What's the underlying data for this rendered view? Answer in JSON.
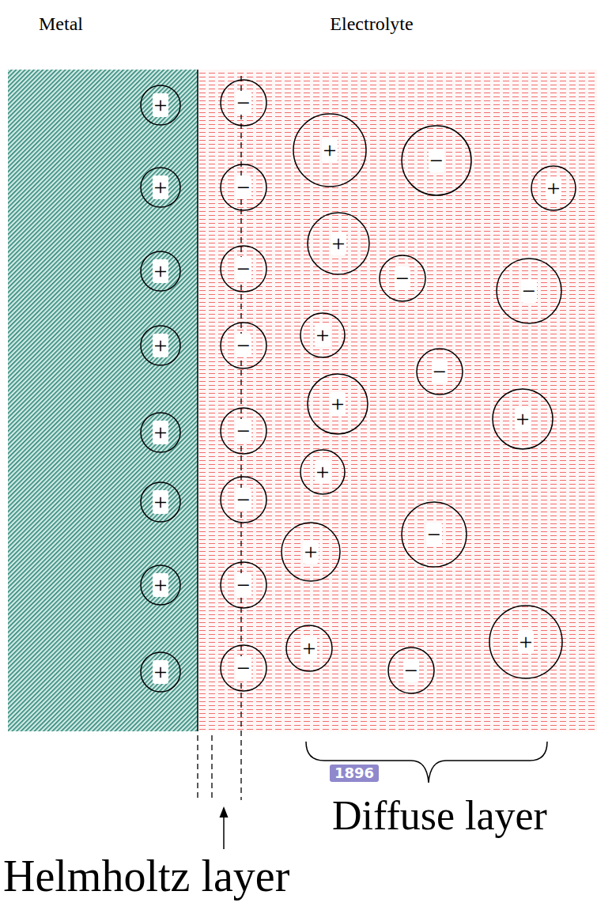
{
  "diagram": {
    "nodes": [
      {
        "text": [
          "Metal"
        ]
      },
      {
        "text": [
          "+"
        ],
        "in": 0
      },
      {
        "text": [
          "+"
        ],
        "in": 0
      },
      {
        "text": [
          "+"
        ],
        "in": 0
      },
      {
        "text": [
          "+"
        ],
        "in": 0
      },
      {
        "text": [
          "+"
        ],
        "in": 0
      },
      {
        "text": [
          "+"
        ],
        "in": 0
      },
      {
        "text": [
          "+"
        ],
        "in": 0
      },
      {
        "text": [
          "+"
        ],
        "in": 0
      },
      {
        "text": [
          "Electrolyte"
        ]
      },
      {
        "text": [
          "−"
        ],
        "in": 9
      },
      {
        "text": [
          "−"
        ],
        "in": 9
      },
      {
        "text": [
          "−"
        ],
        "in": 9
      },
      {
        "text": [
          "−"
        ],
        "in": 9
      },
      {
        "text": [
          "−"
        ],
        "in": 9
      },
      {
        "text": [
          "−"
        ],
        "in": 9
      },
      {
        "text": [
          "−"
        ],
        "in": 9
      },
      {
        "text": [
          "−"
        ],
        "in": 9
      },
      {
        "text": [
          "+"
        ],
        "in": 9
      },
      {
        "text": [
          "−"
        ],
        "in": 9
      },
      {
        "text": [
          "+"
        ],
        "in": 9
      },
      {
        "text": [
          "+"
        ],
        "in": 9
      },
      {
        "text": [
          "−"
        ],
        "in": 9
      },
      {
        "text": [
          "−"
        ],
        "in": 9
      },
      {
        "text": [
          "+"
        ],
        "in": 9
      },
      {
        "text": [
          "−"
        ],
        "in": 9
      },
      {
        "text": [
          "+"
        ],
        "in": 9
      },
      {
        "text": [
          "+"
        ],
        "in": 9
      },
      {
        "text": [
          "+"
        ],
        "in": 9
      },
      {
        "text": [
          "+"
        ],
        "in": 9
      },
      {
        "text": [
          "−"
        ],
        "in": 9
      },
      {
        "text": [
          "+"
        ],
        "in": 9
      },
      {
        "text": [
          "+"
        ],
        "in": 9
      },
      {
        "text": [
          "−"
        ],
        "in": 9
      }
    ],
    "labels": [
      "1896",
      "Diffuse layer",
      "Helmholtz layer"
    ]
  }
}
